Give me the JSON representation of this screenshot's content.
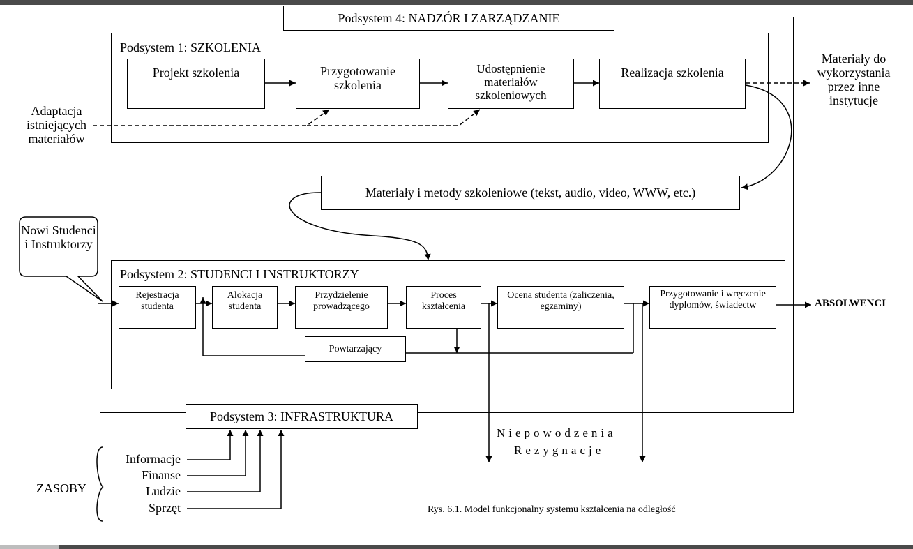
{
  "subsystem4": {
    "title": "Podsystem 4: NADZÓR I ZARZĄDZANIE"
  },
  "subsystem1": {
    "title": "Podsystem 1: SZKOLENIA",
    "steps": [
      "Projekt szkolenia",
      "Przygotowanie szkolenia",
      "Udostępnienie materiałów szkoleniowych",
      "Realizacja szkolenia"
    ]
  },
  "adaptation": {
    "label": "Adaptacja istniejących materiałów"
  },
  "external_materials": {
    "label": "Materiały do wykorzystania przez inne instytucje"
  },
  "methods": {
    "label": "Materiały i metody szkoleniowe (tekst, audio, video, WWW, etc.)"
  },
  "new_people": {
    "label": "Nowi Studenci i Instruktorzy"
  },
  "subsystem2": {
    "title": "Podsystem 2: STUDENCI I INSTRUKTORZY",
    "steps": [
      "Rejestracja studenta",
      "Alokacja studenta",
      "Przydzielenie prowadzącego",
      "Proces kształcenia",
      "Ocena studenta (zaliczenia, egzaminy)",
      "Przygotowanie i wręczenie dyplomów, świadectw"
    ],
    "repeat": "Powtarzający"
  },
  "graduates": {
    "label": "Absolwenci"
  },
  "failures": {
    "line1": "Niepowodzenia",
    "line2": "Rezygnacje"
  },
  "subsystem3": {
    "title": "Podsystem 3: INFRASTRUKTURA"
  },
  "resources": {
    "group": "ZASOBY",
    "items": [
      "Informacje",
      "Finanse",
      "Ludzie",
      "Sprzęt"
    ]
  },
  "caption": "Rys. 6.1. Model funkcjonalny systemu kształcenia na odległość"
}
